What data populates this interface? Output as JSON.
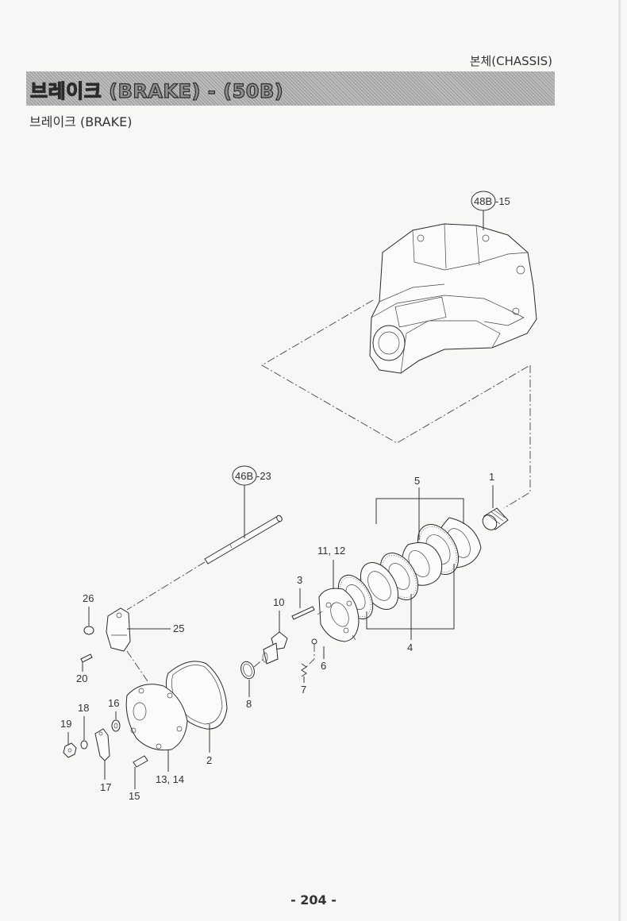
{
  "header": {
    "chapter": "본체(CHASSIS)",
    "title": "브레이크 (BRAKE) - (50B)",
    "subtitle": "브레이크 (BRAKE)"
  },
  "references": {
    "ref_transmission": "48B",
    "ref_transmission_item": "-15",
    "ref_shaft": "46B",
    "ref_shaft_item": "-23"
  },
  "callouts": {
    "p1": "1",
    "p2": "2",
    "p3": "3",
    "p4": "4",
    "p5": "5",
    "p6": "6",
    "p7": "7",
    "p8": "8",
    "p10": "10",
    "p11_12": "11, 12",
    "p13_14": "13, 14",
    "p15": "15",
    "p16": "16",
    "p17": "17",
    "p18": "18",
    "p19": "19",
    "p20": "20",
    "p25": "25",
    "p26": "26"
  },
  "footer": {
    "page_number": "- 204 -"
  }
}
